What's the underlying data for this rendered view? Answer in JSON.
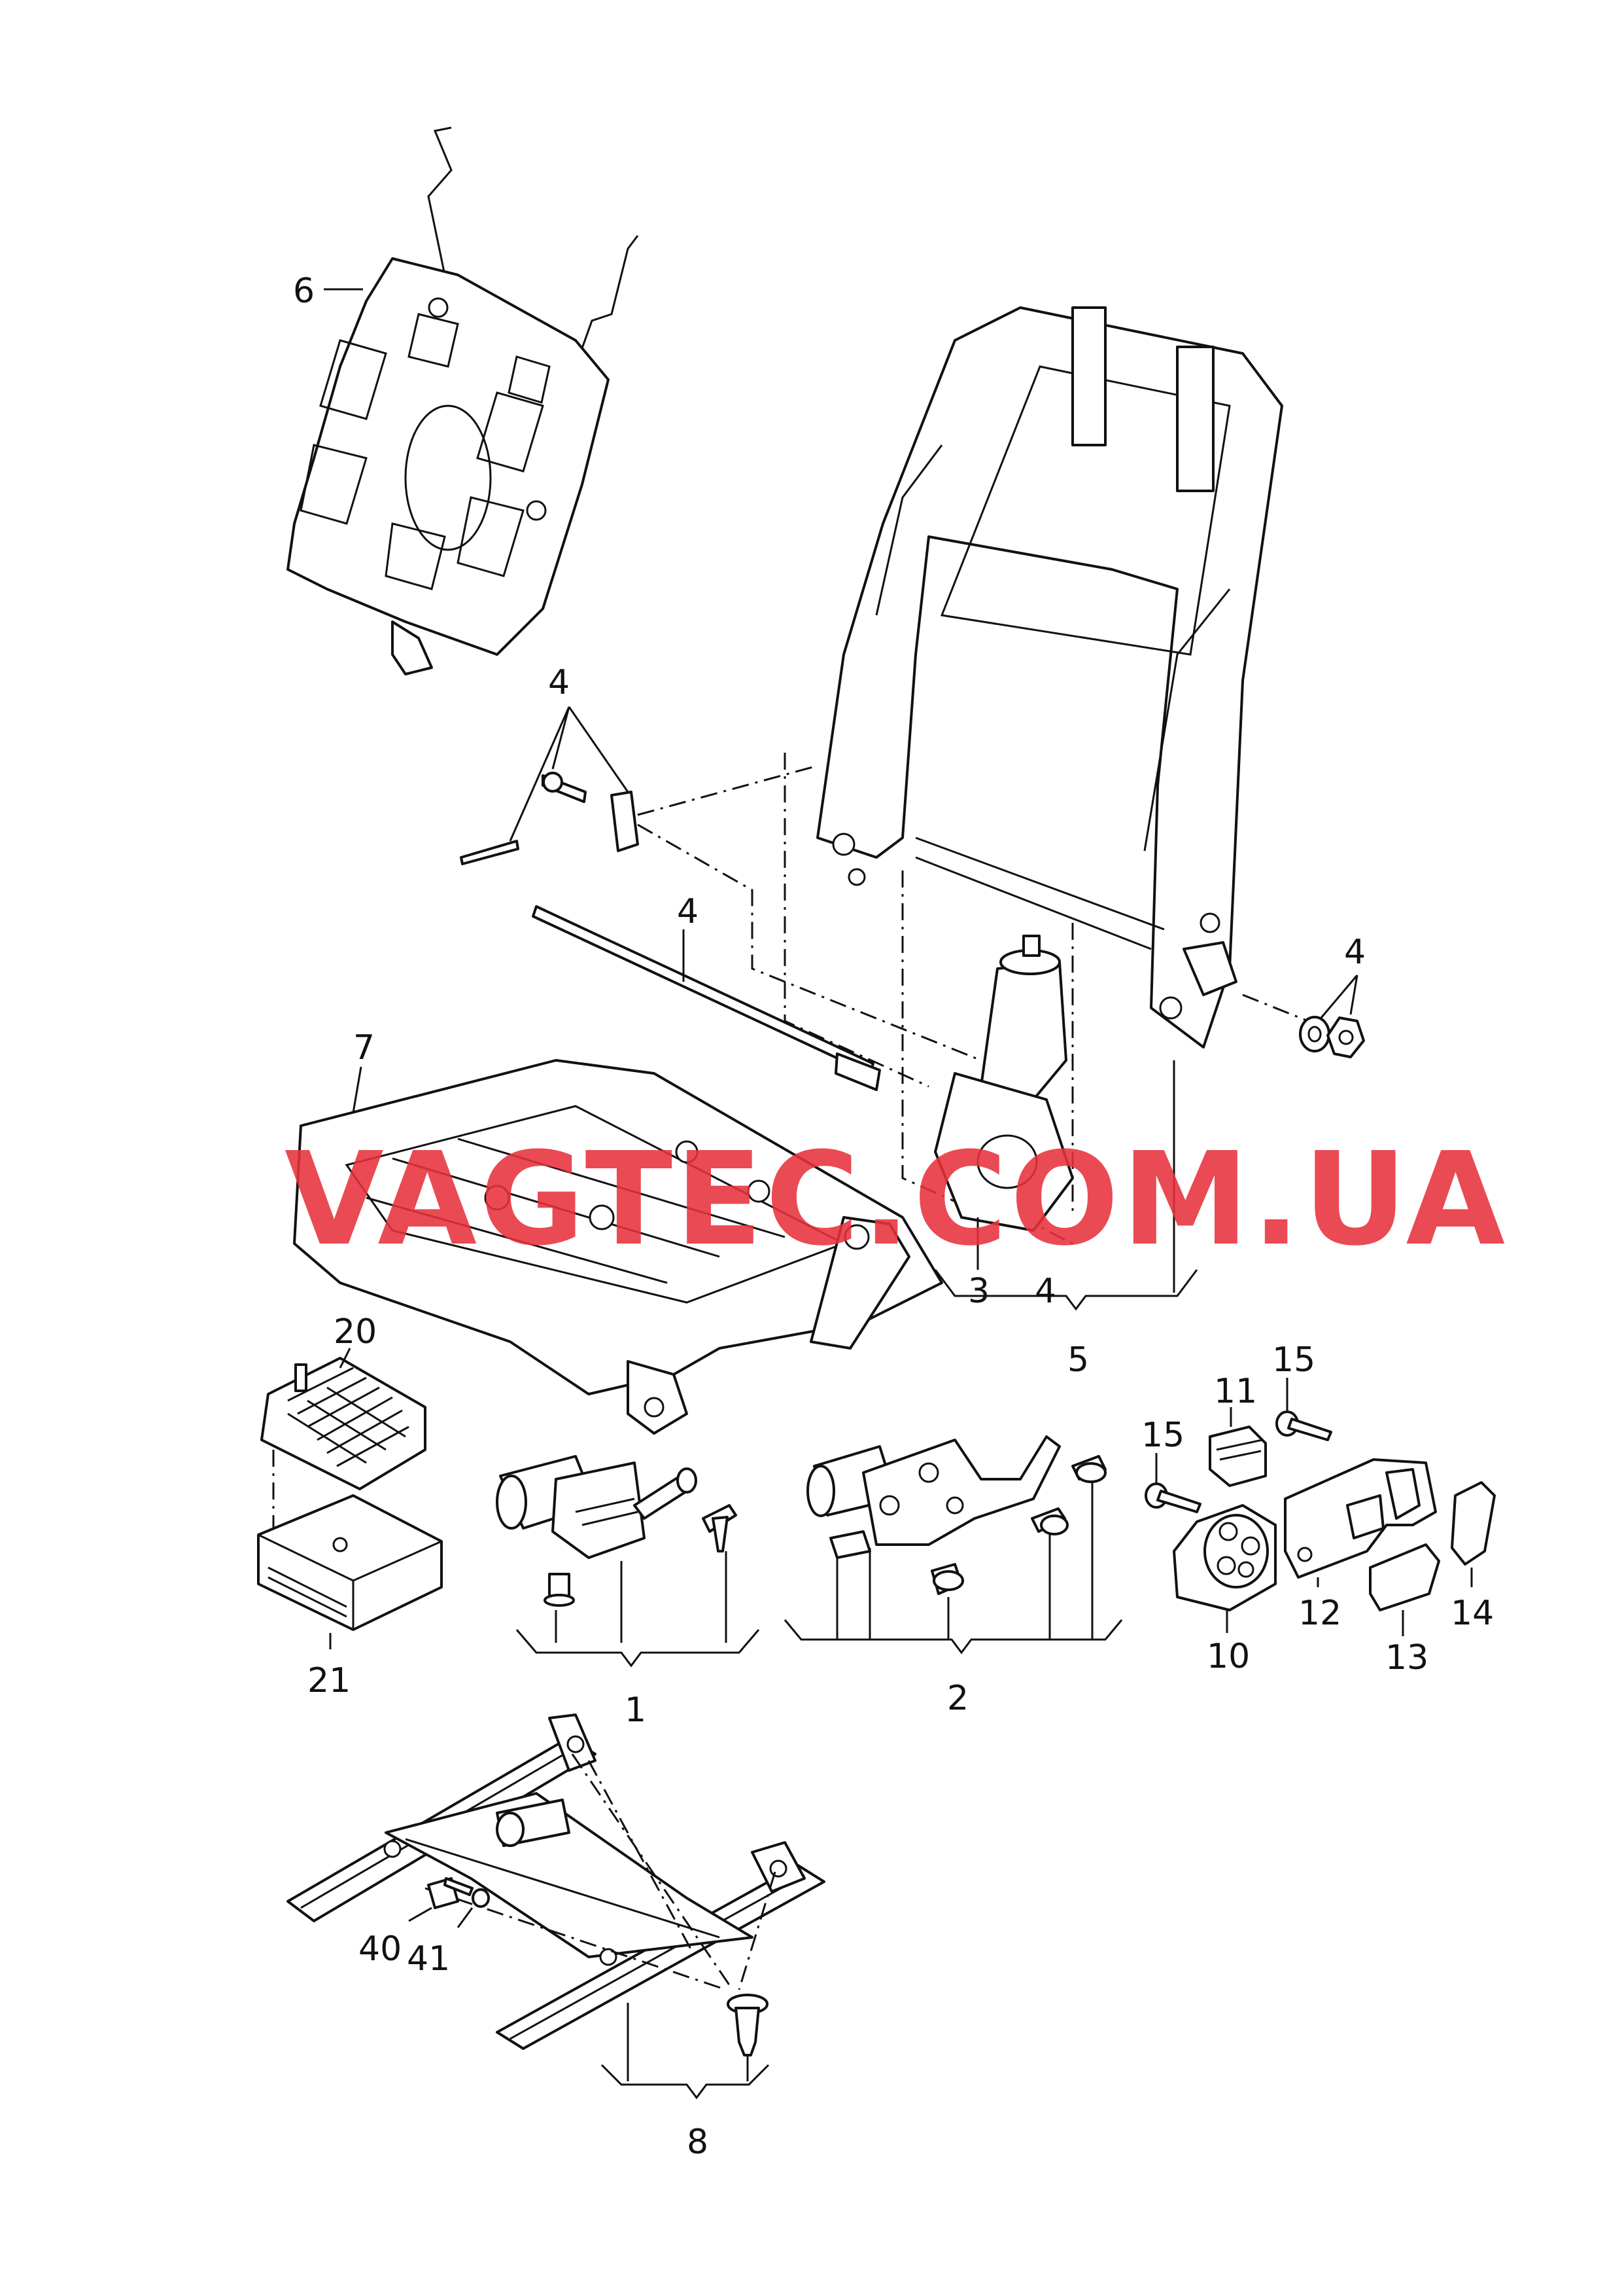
{
  "watermark": {
    "text": "VAGTEC.COM.UA",
    "color": "#e8323c"
  },
  "callouts": {
    "c6": "6",
    "c4a": "4",
    "c4b": "4",
    "c4c": "4",
    "c7": "7",
    "c3": "3",
    "c4d": "4",
    "c5": "5",
    "c20": "20",
    "c21": "21",
    "c1": "1",
    "c2": "2",
    "c11": "11",
    "c15a": "15",
    "c15b": "15",
    "c10": "10",
    "c12": "12",
    "c13": "13",
    "c14": "14",
    "c40": "40",
    "c41": "41",
    "c8": "8"
  },
  "icons": {
    "seat_back_panel": "lumbar-support-panel-icon",
    "backrest_frame": "backrest-frame-icon",
    "seat_frame": "seat-frame-icon",
    "motor": "adjustment-motor-icon",
    "control_unit": "control-unit-icon",
    "switch": "seat-switch-icon",
    "rails": "seat-rails-icon"
  }
}
